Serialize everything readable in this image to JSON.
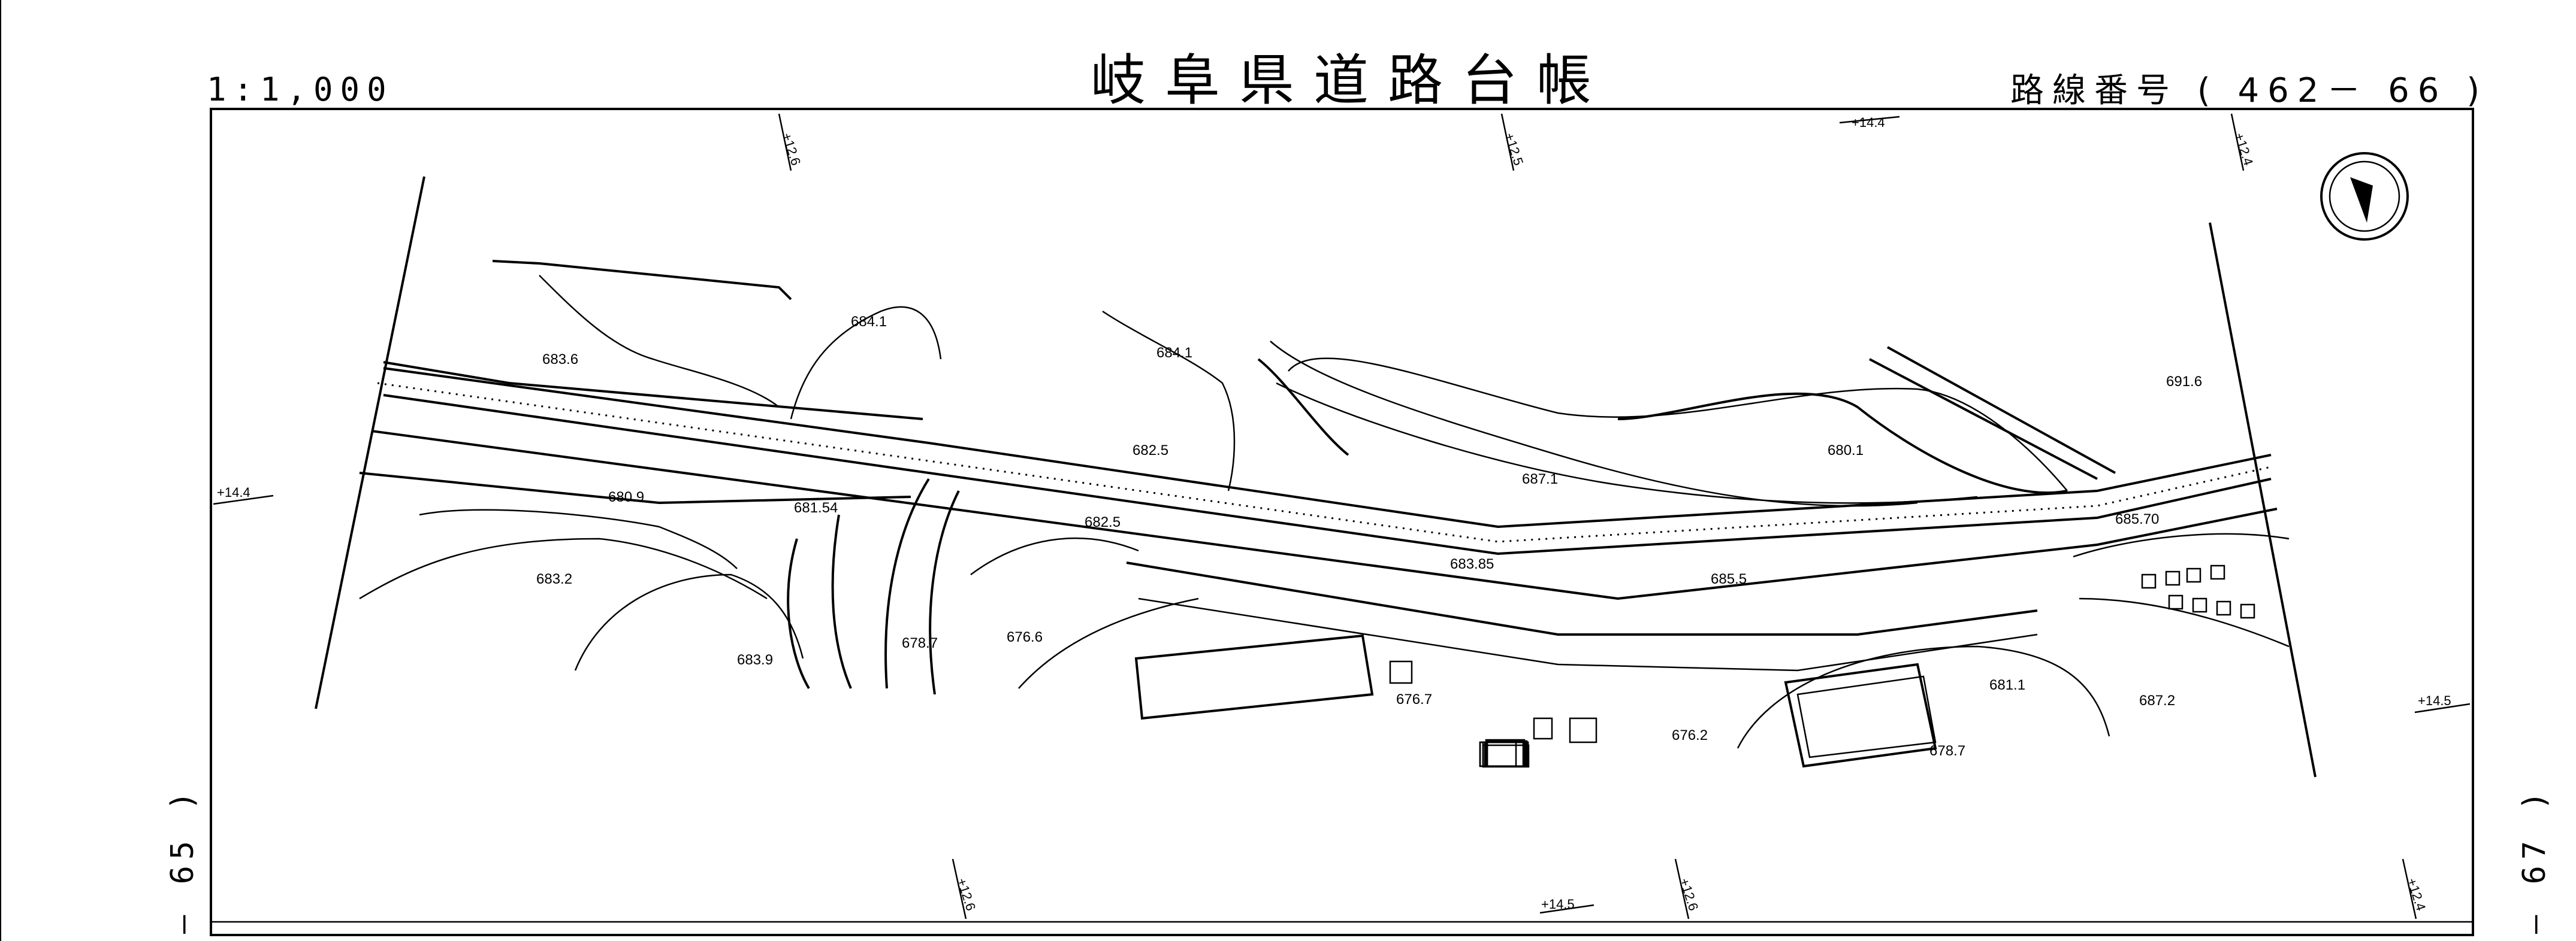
{
  "title": "岐阜県道路台帳",
  "scale": "1:1,000",
  "route": {
    "label": "路線番号",
    "open": "(",
    "number": "462－ 66",
    "close": ")"
  },
  "adjacent_left": "― 65 )",
  "adjacent_right": "― 67 )",
  "north_arrow": "north-arrow-icon",
  "elevations": [
    "683.6",
    "684.1",
    "684.1",
    "682.5",
    "687.1",
    "680.1",
    "691.6",
    "680.9",
    "681.54",
    "682.5",
    "683.85",
    "685.5",
    "685.70",
    "683.2",
    "683.9",
    "678.7",
    "676.6",
    "676.7",
    "676.2",
    "678.7",
    "681.1",
    "687.2"
  ],
  "edge_marks": [
    "+12.6",
    "+12.5",
    "+14.4",
    "+12.4",
    "+14.4",
    "+14.5",
    "+12.6",
    "+14.5",
    "+12.6",
    "+12.4"
  ],
  "colors": {
    "ink": "#000000",
    "paper": "#ffffff"
  }
}
